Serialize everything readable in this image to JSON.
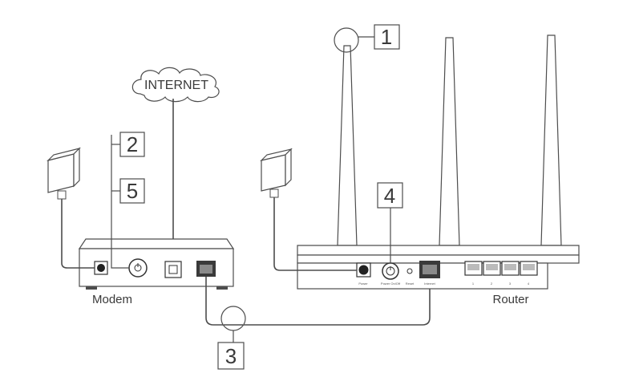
{
  "internet_label": "INTERNET",
  "devices": {
    "modem": "Modem",
    "router": "Router"
  },
  "steps": [
    "1",
    "2",
    "5",
    "3",
    "4"
  ],
  "router_ports": {
    "power": "Power",
    "power_switch": "Power On/Off",
    "reset": "Reset",
    "internet": "Internet",
    "lan": [
      "1",
      "2",
      "3",
      "4"
    ]
  }
}
